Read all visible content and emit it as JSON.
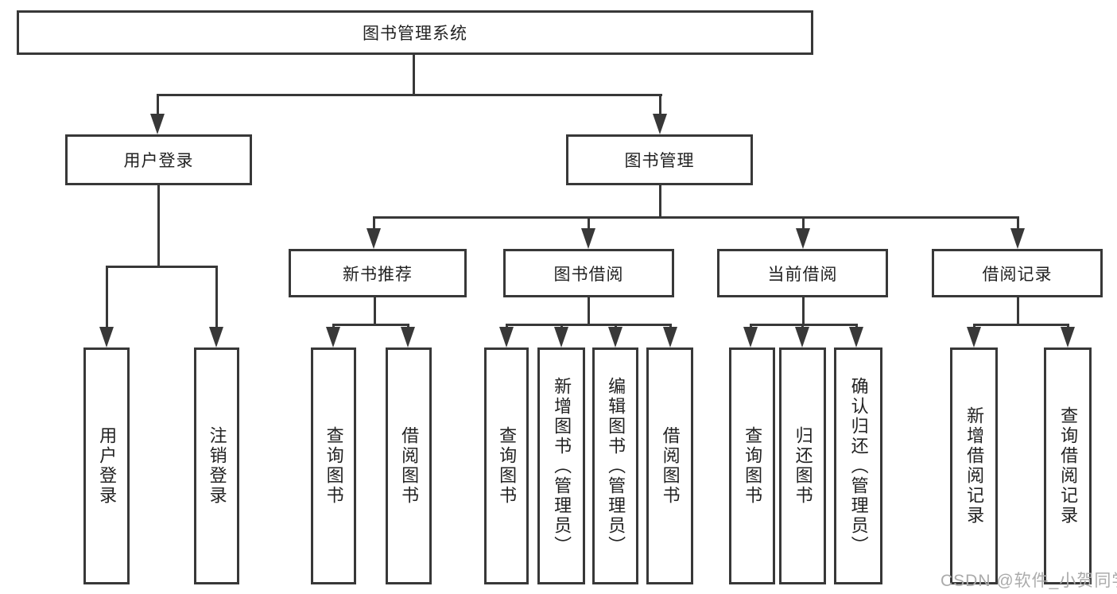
{
  "tree": {
    "label": "图书管理系统",
    "children": [
      {
        "label": "用户登录",
        "children": [
          {
            "label": "用户登录"
          },
          {
            "label": "注销登录"
          }
        ]
      },
      {
        "label": "图书管理",
        "children": [
          {
            "label": "新书推荐",
            "children": [
              {
                "label": "查询图书"
              },
              {
                "label": "借阅图书"
              }
            ]
          },
          {
            "label": "图书借阅",
            "children": [
              {
                "label": "查询图书"
              },
              {
                "label": "新增图书（管理员）"
              },
              {
                "label": "编辑图书（管理员）"
              },
              {
                "label": "借阅图书"
              }
            ]
          },
          {
            "label": "当前借阅",
            "children": [
              {
                "label": "查询图书"
              },
              {
                "label": "归还图书"
              },
              {
                "label": "确认归还（管理员）"
              }
            ]
          },
          {
            "label": "借阅记录",
            "children": [
              {
                "label": "新增借阅记录"
              },
              {
                "label": "查询借阅记录"
              }
            ]
          }
        ]
      }
    ]
  },
  "watermark": {
    "text": "CSDN @软件_小贺同学"
  },
  "colors": {
    "line": "#383838",
    "text": "#222222",
    "background": "#ffffff",
    "watermark": "#ababab"
  }
}
